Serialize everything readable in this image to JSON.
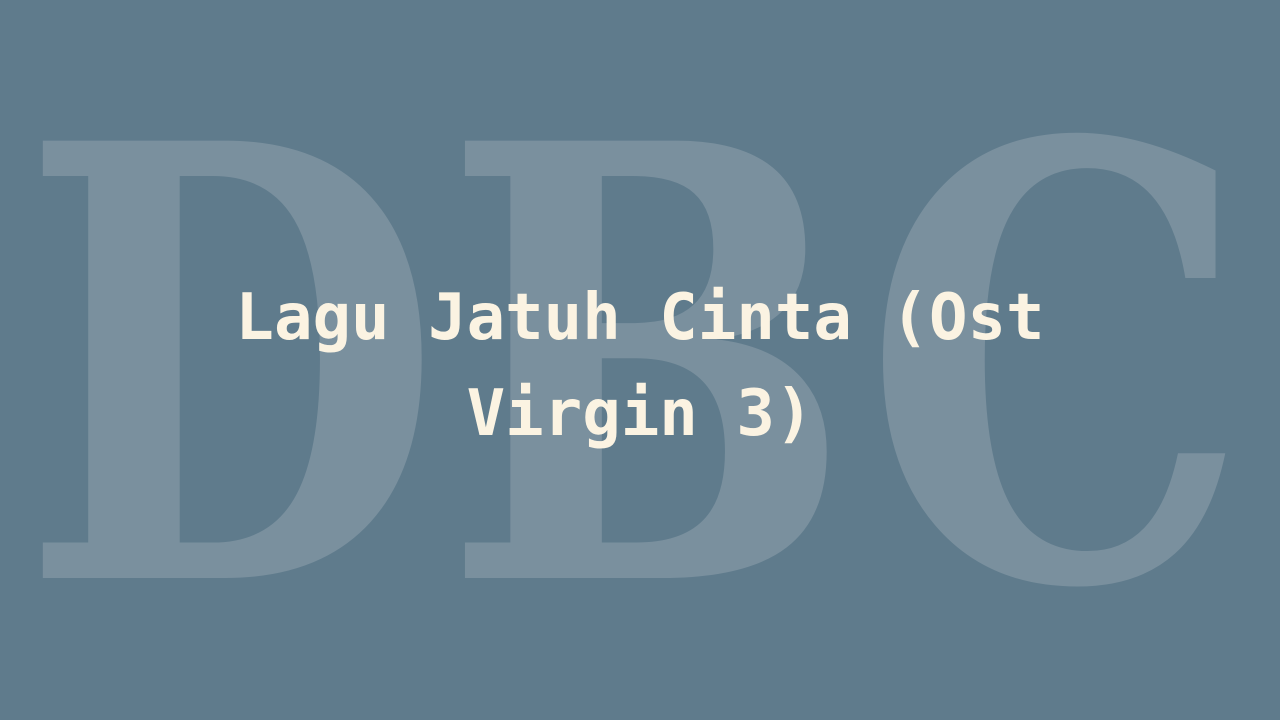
{
  "watermark": {
    "text": "DBC",
    "letters": [
      "D",
      "B",
      "C"
    ],
    "color": "#7a909e"
  },
  "title": {
    "line1": "Lagu Jatuh Cinta (Ost",
    "line2": "Virgin 3)",
    "color": "#fbf3e2"
  },
  "background_color": "#5f7b8c"
}
